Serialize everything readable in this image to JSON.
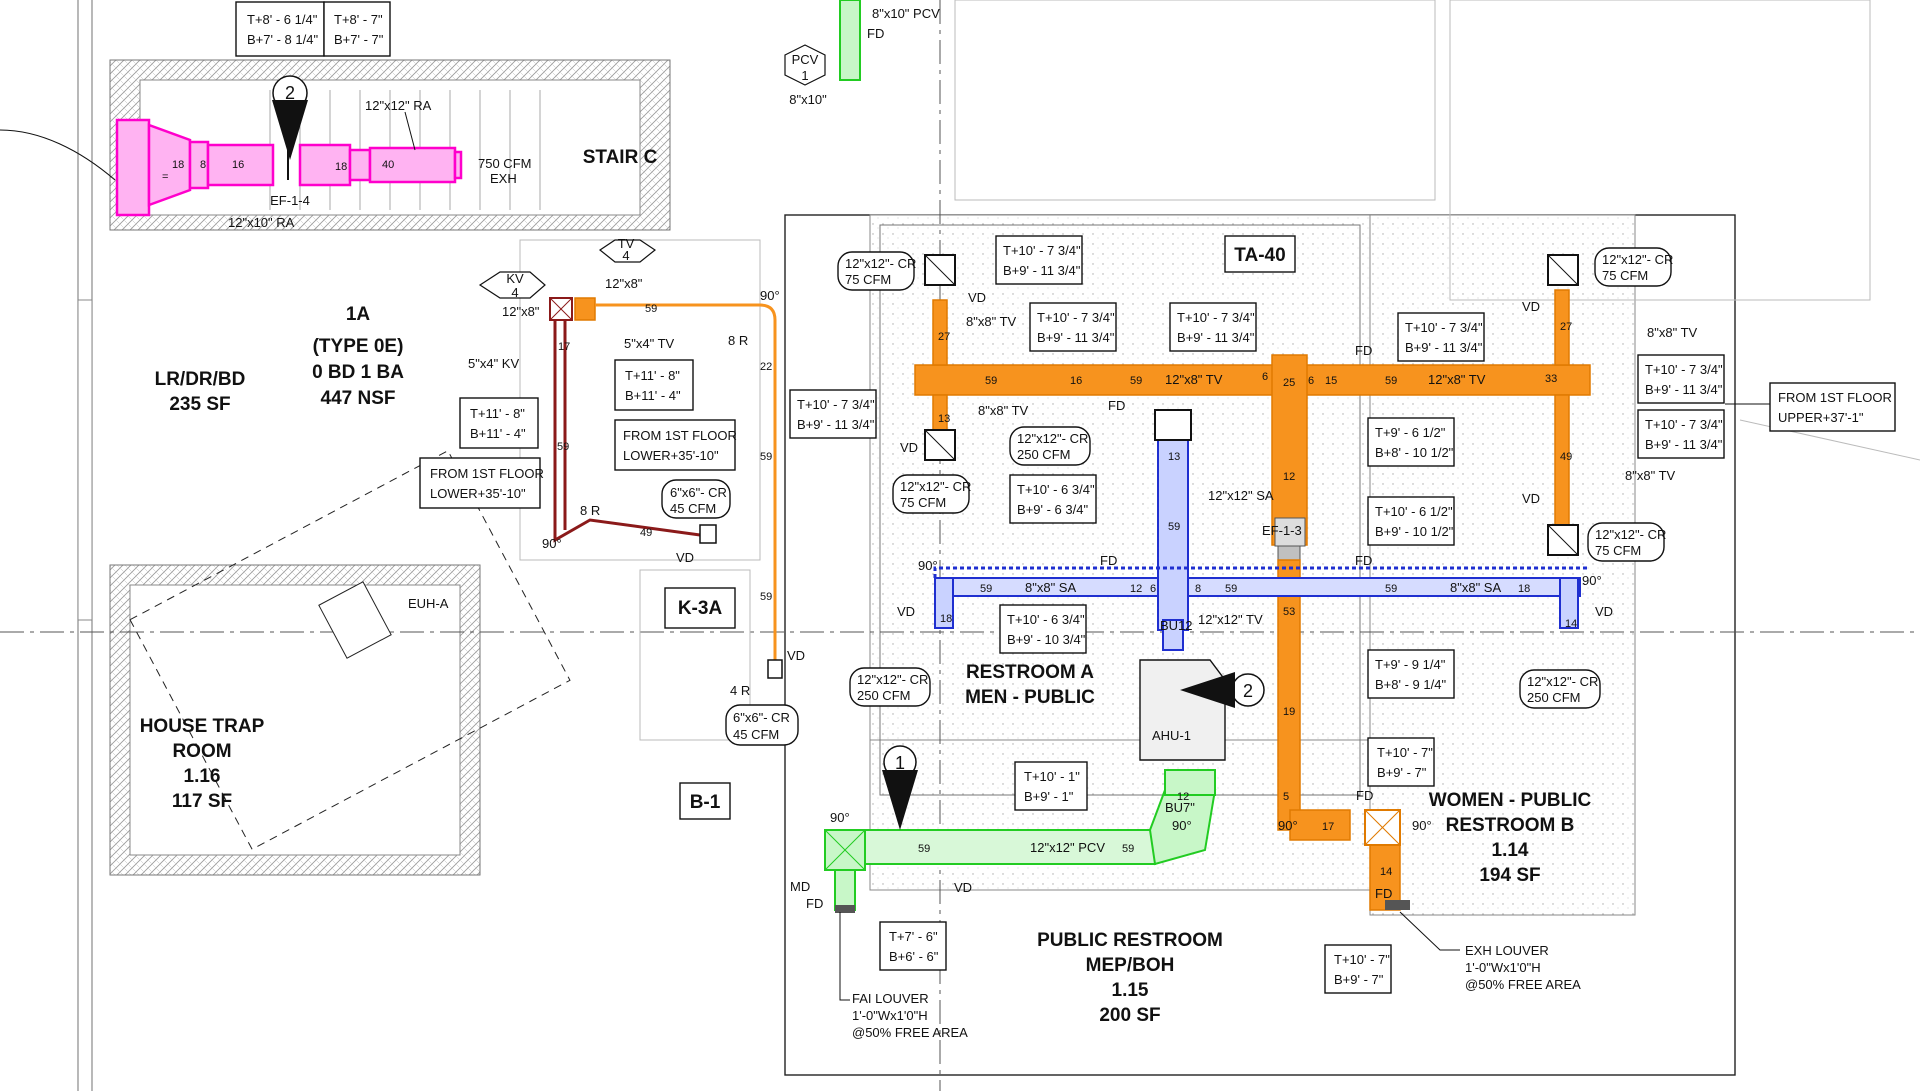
{
  "rooms": {
    "stair_c": "STAIR C",
    "unit_1a": "1A",
    "unit_1a_type": "(TYPE 0E)",
    "unit_1a_bd": "0 BD 1 BA",
    "unit_1a_nsf": "447 NSF",
    "lr_name": "LR/DR/BD",
    "lr_sf": "235 SF",
    "ta40": "TA-40",
    "k3a": "K-3A",
    "b1": "B-1",
    "euh": "EUH-A",
    "house_trap_1": "HOUSE TRAP",
    "house_trap_2": "ROOM",
    "house_trap_num": "1.16",
    "house_trap_sf": "117 SF",
    "restroom_a_1": "RESTROOM A",
    "restroom_a_2": "MEN  - PUBLIC",
    "women_1": "WOMEN - PUBLIC",
    "women_2": "RESTROOM B",
    "women_num": "1.14",
    "women_sf": "194 SF",
    "public_1": "PUBLIC RESTROOM",
    "public_2": "MEP/BOH",
    "public_num": "1.15",
    "public_sf": "200 SF"
  },
  "equipment": {
    "ef14": "EF-1-4",
    "ef13": "EF-1-3",
    "ahu1": "AHU-1",
    "bu12": "BU12",
    "bu7": "BU7\"",
    "tag_1": "1",
    "tag_2a": "2",
    "tag_2b": "2",
    "kv_top": "KV",
    "kv_num": "4",
    "kv_size": "12\"x8\"",
    "tv_top": "TV",
    "tv_num": "4",
    "tv_size": "12\"x8\"",
    "pcv_top": "PCV",
    "pcv_num": "1",
    "pcv_size": "8\"x10\""
  },
  "notes": {
    "t8_a1": "T+8' - 6 1/4\"",
    "t8_a2": "B+7' - 8 1/4\"",
    "t8_b1": "T+8' - 7\"",
    "t8_b2": "B+7' - 7\"",
    "ra12": "12\"x12\" RA",
    "ra10": "12\"x10\" RA",
    "cfm750": "750 CFM",
    "exh": "EXH",
    "pcv_top_label": "8\"x10\" PCV",
    "fd": "FD",
    "kv5x4": "5\"x4\" KV",
    "tv5x4": "5\"x4\" TV",
    "t11a1": "T+11' - 8\"",
    "t11a2": "B+11' - 4\"",
    "t11b1": "T+11' - 8\"",
    "t11b2": "B+11' - 4\"",
    "from1_a1": "FROM 1ST FLOOR",
    "from1_a2": "LOWER+35'-10\"",
    "from1_b1": "FROM 1ST FLOOR",
    "from1_b2": "LOWER+35'-10\"",
    "from1_c1": "FROM 1ST FLOOR",
    "from1_c2": "UPPER+37'-1\"",
    "cr6_1": "6\"x6\"- CR",
    "cr6_2": "45 CFM",
    "cr6b_1": "6\"x6\"- CR",
    "cr6b_2": "45 CFM",
    "vd": "VD",
    "deg90": "90°",
    "r8": "8 R",
    "r4": "4 R",
    "cr12_a1": "12\"x12\"- CR",
    "cr12_a2": "75 CFM",
    "cr12_b1": "12\"x12\"- CR",
    "cr12_b2": "75 CFM",
    "cr12_c1": "12\"x12\"- CR",
    "cr12_c2": "250 CFM",
    "cr12_d1": "12\"x12\"- CR",
    "cr12_d2": "75 CFM",
    "cr12_e1": "12\"x12\"- CR",
    "cr12_e2": "75 CFM",
    "cr12_f1": "12\"x12\"- CR",
    "cr12_f2": "250 CFM",
    "cr12_g1": "12\"x12\"- CR",
    "cr12_g2": "250 CFM",
    "t10_a1": "T+10' - 7 3/4\"",
    "t10_a2": "B+9' - 11 3/4\"",
    "t10_b1": "T+10' - 7 3/4\"",
    "t10_b2": "B+9' - 11 3/4\"",
    "t10_c1": "T+10' - 7 3/4\"",
    "t10_c2": "B+9' - 11 3/4\"",
    "t10_d1": "T+10' - 7 3/4\"",
    "t10_d2": "B+9' - 11 3/4\"",
    "t10_e1": "T+10' - 7 3/4\"",
    "t10_e2": "B+9' - 11 3/4\"",
    "t10_f1": "T+10' - 7 3/4\"",
    "t10_f2": "B+9' - 11 3/4\"",
    "t10_g1": "T+10' - 7 3/4\"",
    "t10_g2": "B+9' - 11 3/4\"",
    "tv8": "8\"x8\" TV",
    "tv12x8": "12\"x8\" TV",
    "t9_1": "T+9' - 6 1/2\"",
    "t9_2": "B+8' - 10 1/2\"",
    "t10_h1": "T+10' - 6 3/4\"",
    "t10_h2": "B+9' - 6 3/4\"",
    "sa12": "12\"x12\" SA",
    "t10_i1": "T+10' - 6 1/2\"",
    "t10_i2": "B+9' - 10 1/2\"",
    "sa8": "8\"x8\" SA",
    "t10_j1": "T+10' - 6 3/4\"",
    "t10_j2": "B+9' - 10 3/4\"",
    "tv12x12": "12\"x12\" TV",
    "t9b_1": "T+9' - 9 1/4\"",
    "t9b_2": "B+8' - 9 1/4\"",
    "t10_k1": "T+10' - 1\"",
    "t10_k2": "B+9' - 1\"",
    "pcv12": "12\"x12\" PCV",
    "t10_l1": "T+10' - 7\"",
    "t10_l2": "B+9' - 7\"",
    "t10_m1": "T+10' - 7\"",
    "t10_m2": "B+9' - 7\"",
    "t7_1": "T+7' - 6\"",
    "t7_2": "B+6' - 6\"",
    "md": "MD",
    "fai_1": "FAI LOUVER",
    "fai_2": "1'-0\"Wx1'0\"H",
    "fai_3": "@50% FREE AREA",
    "exhl_1": "EXH LOUVER",
    "exhl_2": "1'-0\"Wx1'0\"H",
    "exhl_3": "@50% FREE AREA"
  },
  "duct_sizes": {
    "n18": "18",
    "n8": "8",
    "n16": "16",
    "n40": "40",
    "n59": "59",
    "n17": "17",
    "n22": "22",
    "n49": "49",
    "n27": "27",
    "n6": "6",
    "n13": "13",
    "n25": "25",
    "n15": "15",
    "n33": "33",
    "n12": "12",
    "n53": "53",
    "n19": "19",
    "n14": "14",
    "n5": "5",
    "eq": "="
  },
  "colors": {
    "supply": "#1f2fd0",
    "exhaust": "#f7931e",
    "outside_air": "#22dd22",
    "kitchen": "#8b1a1a",
    "relief": "#ff00cc"
  }
}
